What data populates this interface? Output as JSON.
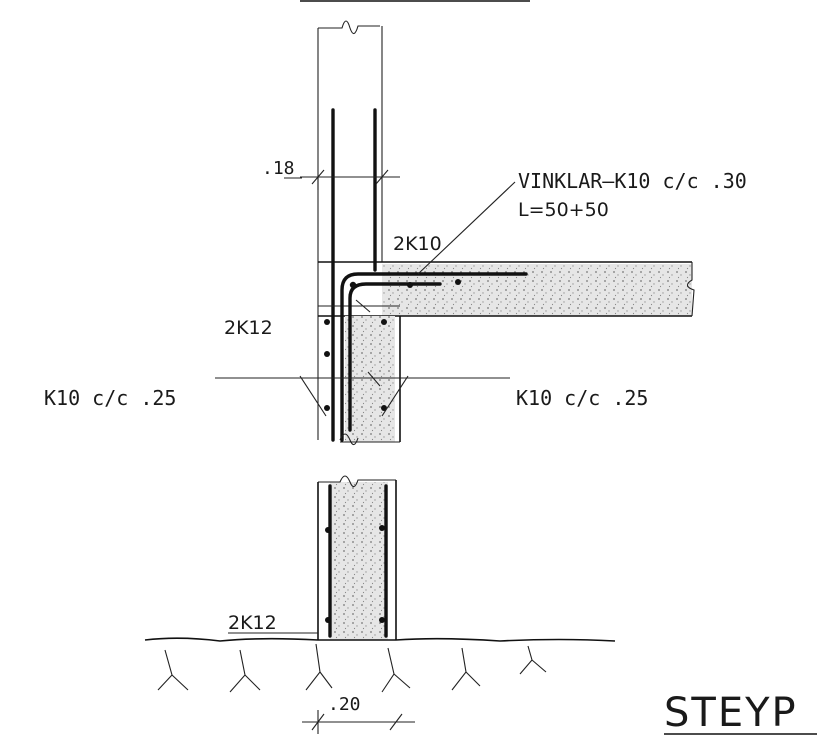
{
  "labels": {
    "vinklar": "VINKLAR—K10 c/c .30",
    "length": "L=50+50",
    "top_bar": "2K10",
    "bars_upper": "2K12",
    "stirrups_left": "K10 c/c .25",
    "stirrups_right": "K10 c/c .25",
    "bars_lower": "2K12",
    "dim_wall_upper": ".18",
    "dim_wall_lower": ".20",
    "title": "STEYP"
  },
  "colors": {
    "ink": "#111111",
    "concrete": "#d9d9d9",
    "paper": "#ffffff"
  }
}
